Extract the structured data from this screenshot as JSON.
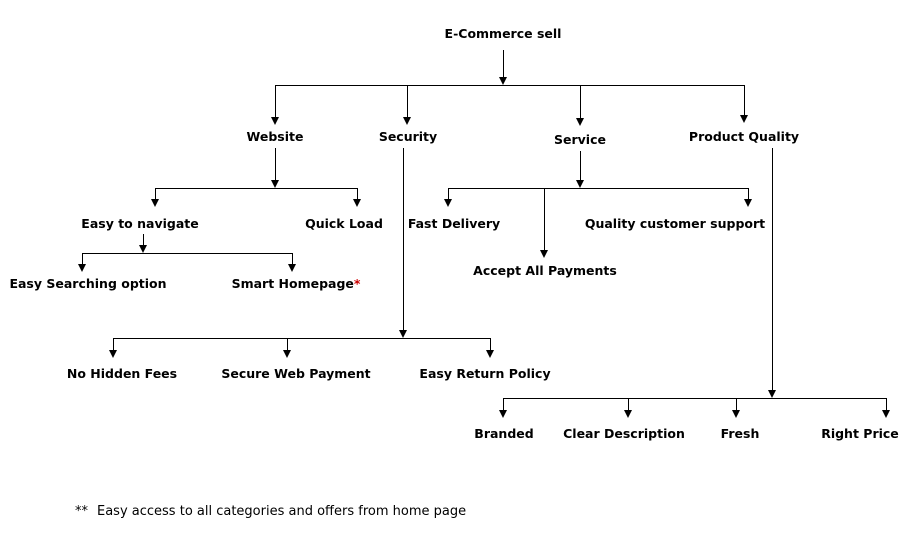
{
  "tree": {
    "label": "E-Commerce sell",
    "children": [
      {
        "label": "Website",
        "children": [
          {
            "label": "Easy to navigate",
            "children": [
              {
                "label": "Easy Searching option"
              },
              {
                "label": "Smart Homepage",
                "marker": "*"
              }
            ]
          },
          {
            "label": "Quick Load"
          }
        ]
      },
      {
        "label": "Security",
        "children": [
          {
            "label": "No Hidden Fees"
          },
          {
            "label": "Secure Web Payment"
          },
          {
            "label": "Easy Return Policy"
          }
        ]
      },
      {
        "label": "Service",
        "children": [
          {
            "label": "Fast Delivery"
          },
          {
            "label": "Accept All Payments"
          },
          {
            "label": "Quality customer support"
          }
        ]
      },
      {
        "label": "Product Quality",
        "children": [
          {
            "label": "Branded"
          },
          {
            "label": "Clear Description"
          },
          {
            "label": "Fresh"
          },
          {
            "label": "Right Price"
          }
        ]
      }
    ]
  },
  "footnote": {
    "marker": "**",
    "text": "Easy access to all categories and offers from home page"
  },
  "colors": {
    "line": "#000000",
    "text": "#000000",
    "marker_red": "#cc0000",
    "background": "#ffffff"
  }
}
